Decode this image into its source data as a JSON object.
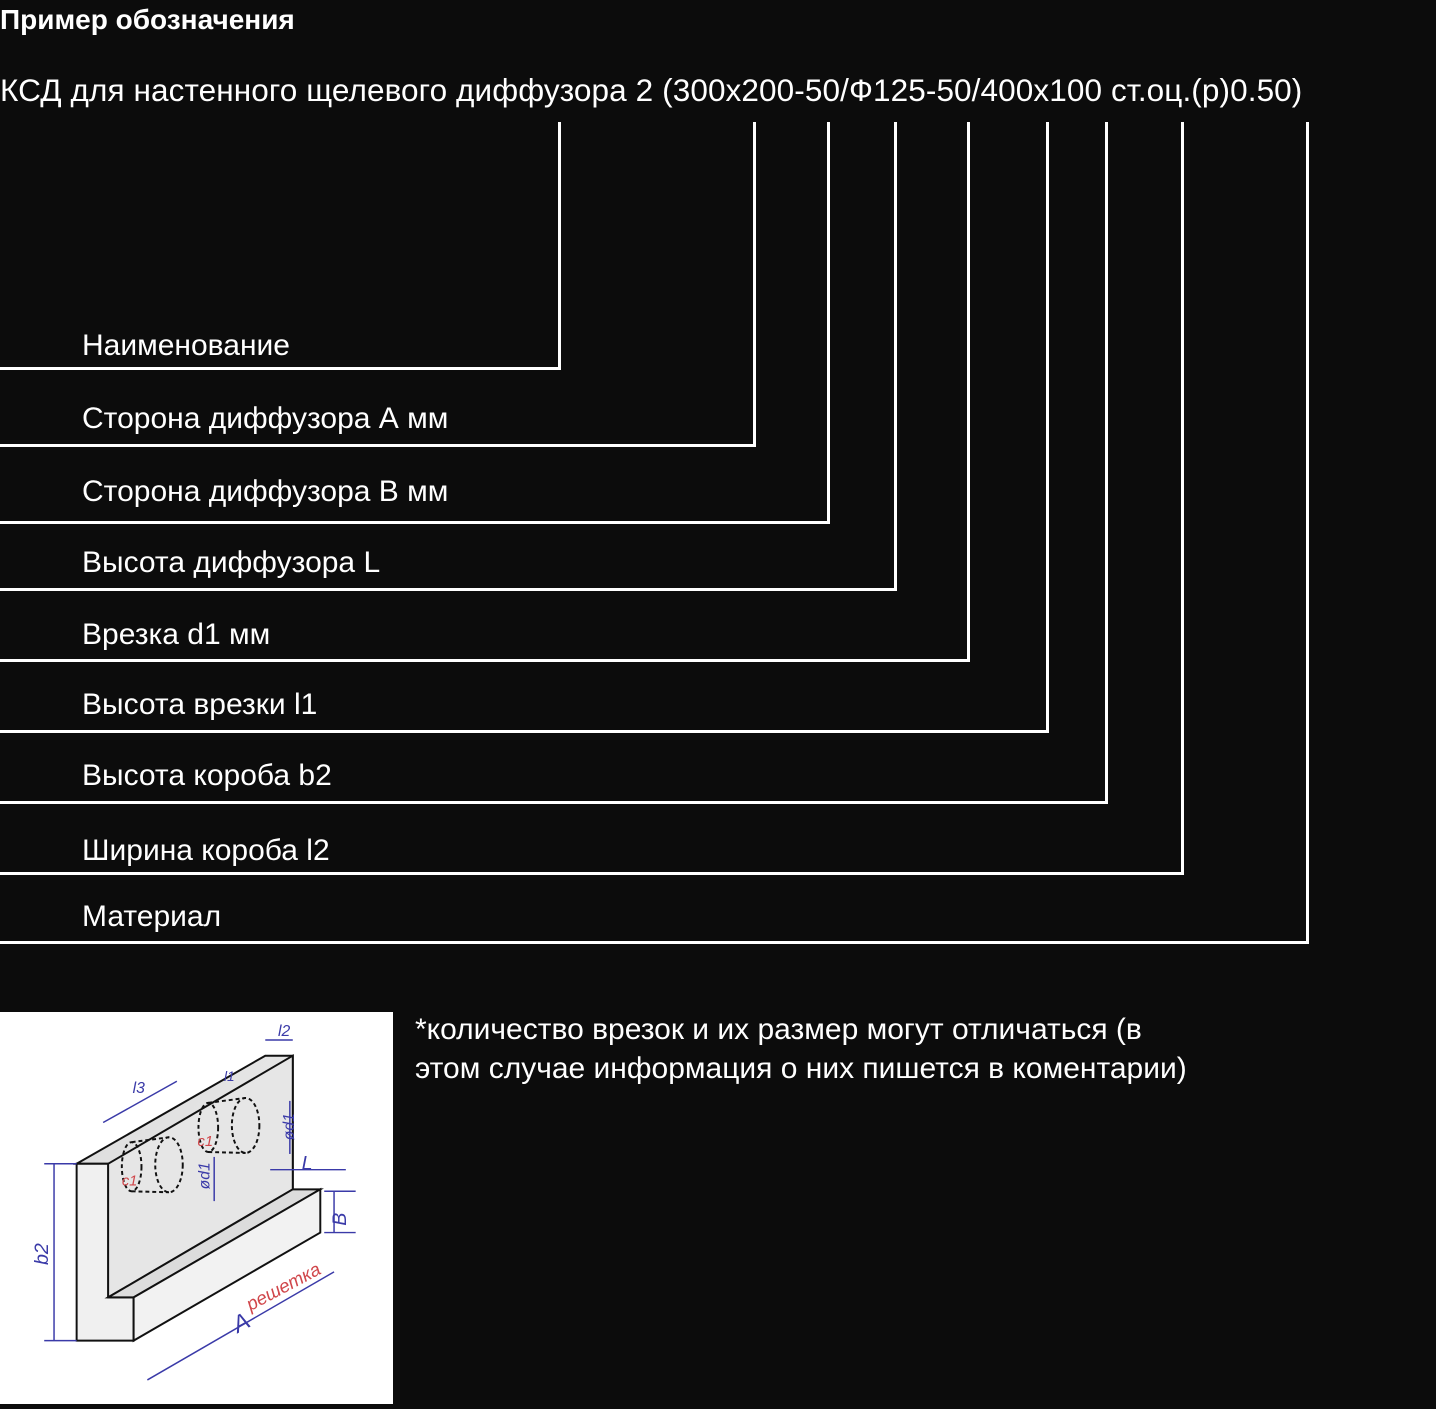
{
  "title": "Пример обозначения",
  "designation": "КСД для настенного щелевого диффузора 2 (300x200-50/Ф125-50/400x100 ст.оц.(р)0.50)",
  "legend": [
    {
      "label": "Наименование"
    },
    {
      "label": "Сторона диффузора А мм"
    },
    {
      "label": "Сторона диффузора  В мм"
    },
    {
      "label": "Высота диффузора L"
    },
    {
      "label": "Врезка d1 мм"
    },
    {
      "label": "Высота врезки l1"
    },
    {
      "label": "Высота короба b2"
    },
    {
      "label": "Ширина короба l2"
    },
    {
      "label": "Материал"
    }
  ],
  "footnote": {
    "line1": "*количество врезок и их размер могут отличаться (в",
    "line2": "этом случае информация о них пишется в коментарии)"
  },
  "diagram": {
    "labels": {
      "l2": "l2",
      "l3": "l3",
      "l1": "l1",
      "c1": "c1",
      "d1": "ød1",
      "L": "L",
      "B": "B",
      "b2": "b2",
      "A": "A",
      "grille": "решетка"
    },
    "colors": {
      "dimension": "#3a3aa8",
      "note": "#d0464a"
    }
  }
}
